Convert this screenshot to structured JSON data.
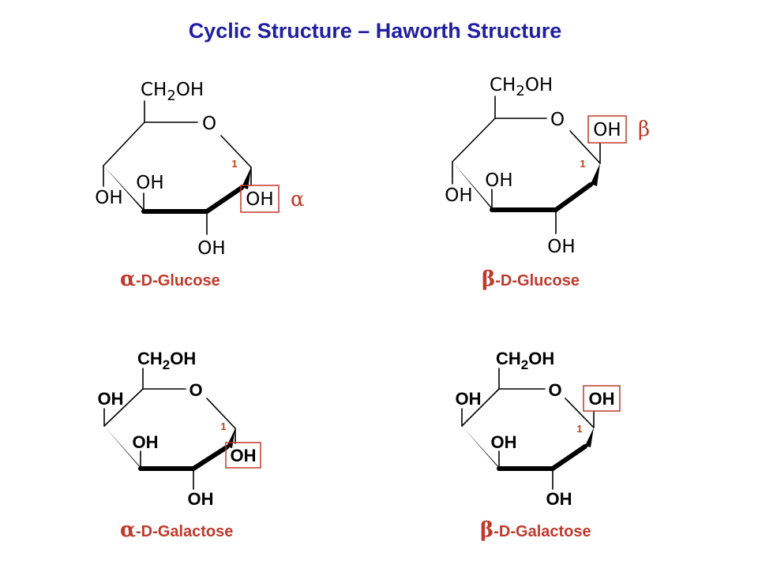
{
  "title": "Cyclic Structure – Haworth Structure",
  "colors": {
    "title": "#1f1fa3",
    "label": "#c0392b",
    "carbon_number": "#c2410c",
    "box": "#c0392b"
  },
  "structures": [
    {
      "name_greek": "α",
      "name_rest": "-D-Glucose",
      "anomer_symbol": "α",
      "carbon_number": "1",
      "ch2": "CH",
      "ch2_sub": "2",
      "ch2_tail": "OH",
      "ring_o": "O",
      "boxed_oh": "OH",
      "oh_left": "OH",
      "oh_c3": "OH",
      "oh_bottom": "OH"
    },
    {
      "name_greek": "β",
      "name_rest": "-D-Glucose",
      "anomer_symbol": "β",
      "carbon_number": "1",
      "ch2": "CH",
      "ch2_sub": "2",
      "ch2_tail": "OH",
      "ring_o": "O",
      "boxed_oh": "OH",
      "oh_left": "OH",
      "oh_c3": "OH",
      "oh_bottom": "OH"
    },
    {
      "name_greek": "α",
      "name_rest": "-D-Galactose",
      "carbon_number": "1",
      "ch2": "CH",
      "ch2_sub": "2",
      "ch2_tail": "OH",
      "ring_o": "O",
      "boxed_oh": "OH",
      "oh_left": "OH",
      "oh_c3": "OH",
      "oh_bottom": "OH"
    },
    {
      "name_greek": "β",
      "name_rest": "-D-Galactose",
      "carbon_number": "1",
      "ch2": "CH",
      "ch2_sub": "2",
      "ch2_tail": "OH",
      "ring_o": "O",
      "boxed_oh": "OH",
      "oh_left": "OH",
      "oh_c3": "OH",
      "oh_bottom": "OH"
    }
  ]
}
